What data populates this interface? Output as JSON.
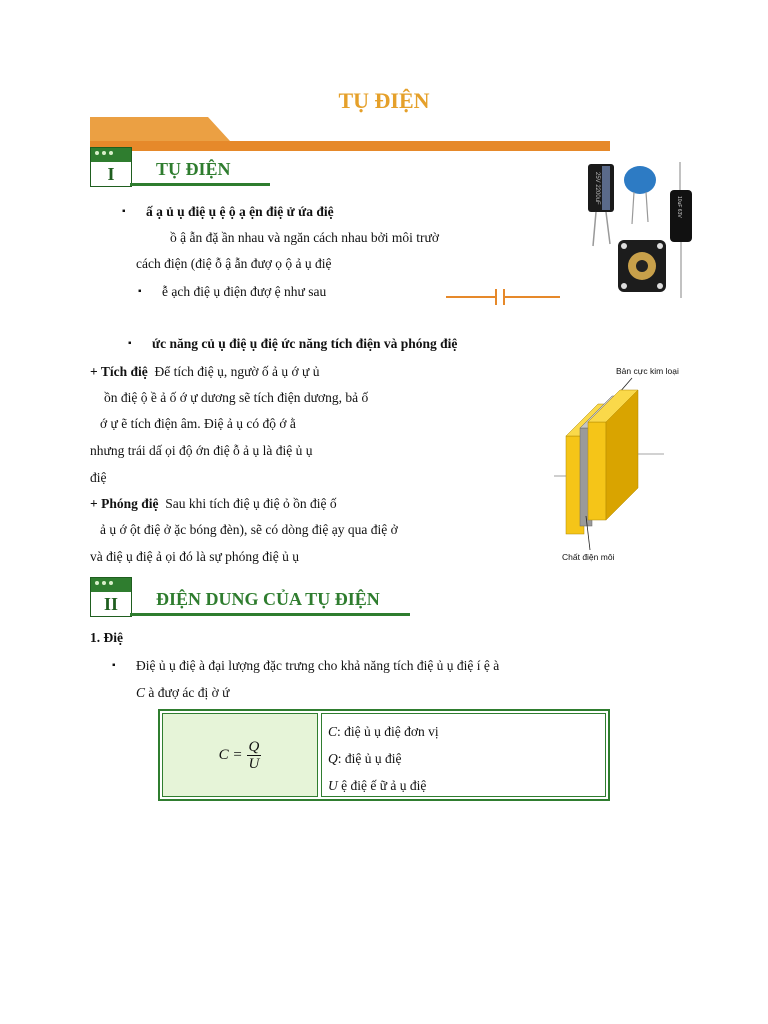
{
  "title": "TỤ ĐIỆN",
  "section1": {
    "roman": "I",
    "title": "TỤ ĐIỆN"
  },
  "section2": {
    "roman": "II",
    "title": "ĐIỆN DUNG CỦA TỤ ĐIỆN"
  },
  "s1": {
    "l1": "ấ  ạ  ủ  ụ điệ     ụ  ệ       ộ   ạ          ện điệ   ử   ứa điệ",
    "l2": "ồ          ậ   ẫn đặ   ần nhau và ngăn cách nhau bởi môi trườ",
    "l3": "cách điện (điệ           ỗ   ậ   ẫn đượ    ọ       ộ   ả   ụ điệ",
    "l4": "ễ  ạch điệ   ụ điện đượ         ệ   như sau",
    "l5": "ức năng củ   ụ điệ      ụ điệ          ức năng tích điện và phóng điệ",
    "l6_label": "+ Tích điệ",
    "l6": "Để tích điệ         ụ, ngườ        ố          ả    ụ    ớ         ự     ủ",
    "l7": "ồn điệ      ộ        ề        ả      ố     ớ   ự   dương sẽ tích điện dương, bả     ố",
    "l8": "ớ   ự       ẽ tích điện âm. Điệ                  ả    ụ có độ   ớ     ằ",
    "l9": "nhưng trái dấ             ọi độ   ớn điệ                 ỗ    ả    ụ là điệ            ủ    ụ",
    "l10": "điệ",
    "l11_label": "+ Phóng điệ",
    "l11": "Sau khi tích điệ          ụ điệ           ỏ     ồn điệ                ố",
    "l12": "ả   ụ   ớ     ột điệ      ở     ặc bóng đèn), sẽ có dòng điệ      ạy qua điệ     ở",
    "l13": "và điệ               ụ điệ         ả                     ọi đó là sự phóng điệ     ủ    ụ"
  },
  "s2": {
    "sub": "1. Điệ",
    "l1": "Điệ           ủ    ụ điệ      à đại lượng đặc trưng cho khả năng tích điệ     ủ    ụ điệ       í    ệ    à",
    "l2_var": "C",
    "l2": "à đượ      ác đị          ờ                ứ"
  },
  "formula": {
    "lhs": "C =",
    "num": "Q",
    "den": "U",
    "rows": [
      {
        "var": "C",
        "text": ": điệ              ủ    ụ điệ          đơn vị"
      },
      {
        "var": "Q",
        "text": ": điệ              ủ    ụ điệ"
      },
      {
        "var": "U",
        "text": "    ệ    điệ        ế    ữ            ả    ụ điệ"
      }
    ]
  },
  "capacitor_diagram": {
    "top_label": "Bản cực kim loại",
    "bottom_label": "Chất điện môi"
  },
  "capacitor_photo_labels": {
    "electrolytic": "25V 2200uF",
    "axial": "10uF 63V"
  },
  "colors": {
    "title": "#e5a02a",
    "section": "#2f7d2f",
    "band": "#e8902a"
  }
}
